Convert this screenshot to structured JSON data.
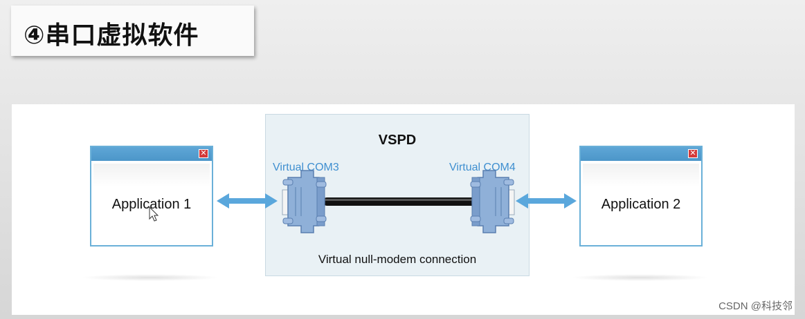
{
  "title": "④串口虚拟软件",
  "diagram": {
    "vspd_title": "VSPD",
    "com_left": "Virtual COM3",
    "com_right": "Virtual COM4",
    "connection_label": "Virtual null-modem connection",
    "app_left": "Application 1",
    "app_right": "Application 2",
    "close_glyph": "✕",
    "colors": {
      "arrow": "#5aa7dc",
      "connector": "#8fb0d8",
      "cable": "#111111",
      "com_text": "#3f8fd0"
    }
  },
  "watermark": "CSDN @科技邻"
}
